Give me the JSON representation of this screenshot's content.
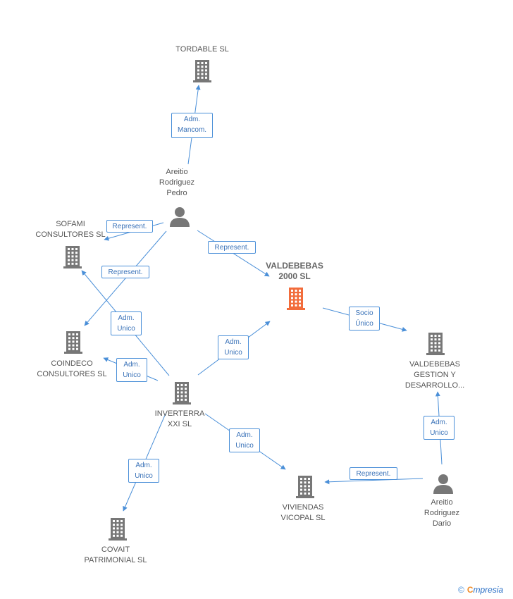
{
  "colors": {
    "edge": "#4a8fd8",
    "building": "#777777",
    "highlight": "#f26c3b",
    "person": "#777777"
  },
  "nodes": [
    {
      "id": "tordable",
      "type": "building",
      "label": "TORDABLE SL"
    },
    {
      "id": "pedro",
      "type": "person",
      "label": "Areitio\nRodriguez\nPedro"
    },
    {
      "id": "sofami",
      "type": "building",
      "label": "SOFAMI\nCONSULTORES SL"
    },
    {
      "id": "valdebebas2000",
      "type": "building",
      "label": "VALDEBEBAS\n2000 SL",
      "highlight": true
    },
    {
      "id": "coindeco",
      "type": "building",
      "label": "COINDECO\nCONSULTORES SL"
    },
    {
      "id": "inverterra",
      "type": "building",
      "label": "INVERTERRA\nXXI SL"
    },
    {
      "id": "valdebebas_gestion",
      "type": "building",
      "label": "VALDEBEBAS\nGESTION Y\nDESARROLLO..."
    },
    {
      "id": "viviendas",
      "type": "building",
      "label": "VIVIENDAS\nVICOPAL SL"
    },
    {
      "id": "dario",
      "type": "person",
      "label": "Areitio\nRodriguez\nDario"
    },
    {
      "id": "covait",
      "type": "building",
      "label": "COVAIT\nPATRIMONIAL SL"
    }
  ],
  "edges": [
    {
      "from": "pedro",
      "to": "tordable",
      "label": "Adm.\nMancom."
    },
    {
      "from": "pedro",
      "to": "sofami",
      "label": "Represent."
    },
    {
      "from": "pedro",
      "to": "valdebebas2000",
      "label": "Represent."
    },
    {
      "from": "pedro",
      "to": "coindeco",
      "label": "Represent."
    },
    {
      "from": "inverterra",
      "to": "sofami",
      "label": "Adm.\nUnico"
    },
    {
      "from": "inverterra",
      "to": "coindeco",
      "label": "Adm.\nUnico"
    },
    {
      "from": "inverterra",
      "to": "valdebebas2000",
      "label": "Adm.\nUnico"
    },
    {
      "from": "inverterra",
      "to": "viviendas",
      "label": "Adm.\nUnico"
    },
    {
      "from": "inverterra",
      "to": "covait",
      "label": "Adm.\nUnico"
    },
    {
      "from": "valdebebas2000",
      "to": "valdebebas_gestion",
      "label": "Socio\nÚnico"
    },
    {
      "from": "dario",
      "to": "valdebebas_gestion",
      "label": "Adm.\nUnico"
    },
    {
      "from": "dario",
      "to": "viviendas",
      "label": "Represent."
    }
  ],
  "footer": {
    "copyright": "©",
    "brand_initial": "C",
    "brand_rest": "mpresia"
  }
}
